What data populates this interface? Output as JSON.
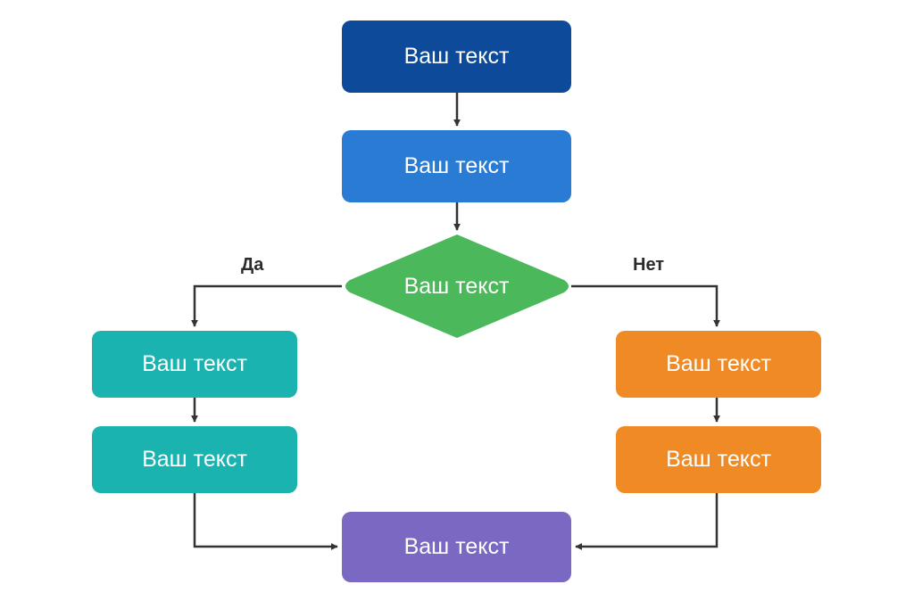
{
  "nodes": {
    "start": {
      "label": "Ваш текст",
      "color": "#0d4a9a"
    },
    "step": {
      "label": "Ваш текст",
      "color": "#2a7bd4"
    },
    "decision": {
      "label": "Ваш текст",
      "color": "#4cb85c"
    },
    "yes_step_1": {
      "label": "Ваш текст",
      "color": "#1ab3b0"
    },
    "yes_step_2": {
      "label": "Ваш текст",
      "color": "#1ab3b0"
    },
    "no_step_1": {
      "label": "Ваш текст",
      "color": "#f08a24"
    },
    "no_step_2": {
      "label": "Ваш текст",
      "color": "#f08a24"
    },
    "end": {
      "label": "Ваш текст",
      "color": "#7b68c2"
    }
  },
  "edges": {
    "yes_label": "Да",
    "no_label": "Нет",
    "line_color": "#333333"
  }
}
